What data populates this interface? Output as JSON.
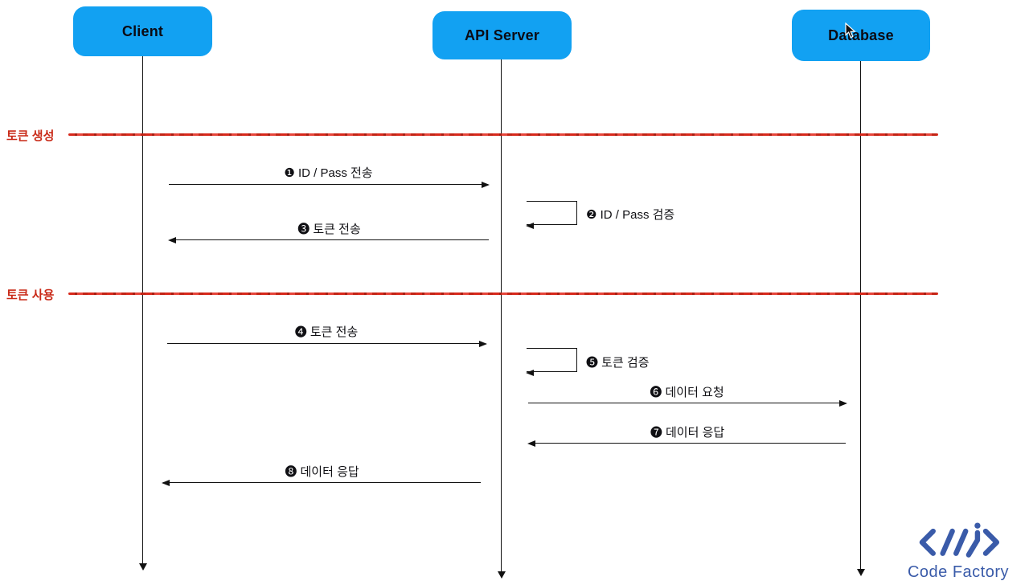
{
  "diagram": {
    "title_hint": "Token auth sequence diagram",
    "actors": [
      {
        "label": "Client"
      },
      {
        "label": "API Server"
      },
      {
        "label": "Database"
      }
    ],
    "sections": [
      {
        "label": "토큰 생성"
      },
      {
        "label": "토큰 사용"
      }
    ],
    "messages": [
      {
        "label": "❶ ID / Pass 전송",
        "from": "Client",
        "to": "API Server",
        "direction": "right"
      },
      {
        "label": "❷ ID / Pass 검증",
        "from": "API Server",
        "to": "API Server",
        "direction": "self"
      },
      {
        "label": "❸ 토큰 전송",
        "from": "API Server",
        "to": "Client",
        "direction": "left"
      },
      {
        "label": "❹ 토큰 전송",
        "from": "Client",
        "to": "API Server",
        "direction": "right"
      },
      {
        "label": "❺ 토큰 검증",
        "from": "API Server",
        "to": "API Server",
        "direction": "self"
      },
      {
        "label": "❻ 데이터 요청",
        "from": "API Server",
        "to": "Database",
        "direction": "right"
      },
      {
        "label": "❼ 데이터 응답",
        "from": "Database",
        "to": "API Server",
        "direction": "left"
      },
      {
        "label": "❽ 데이터 응답",
        "from": "API Server",
        "to": "Client",
        "direction": "left"
      }
    ],
    "colors": {
      "actor_fill": "#12A1F2",
      "section_red": "#D7281B",
      "logo_blue": "#3A5BA9",
      "line_black": "#111111"
    },
    "logo": {
      "text": "Code Factory"
    }
  }
}
